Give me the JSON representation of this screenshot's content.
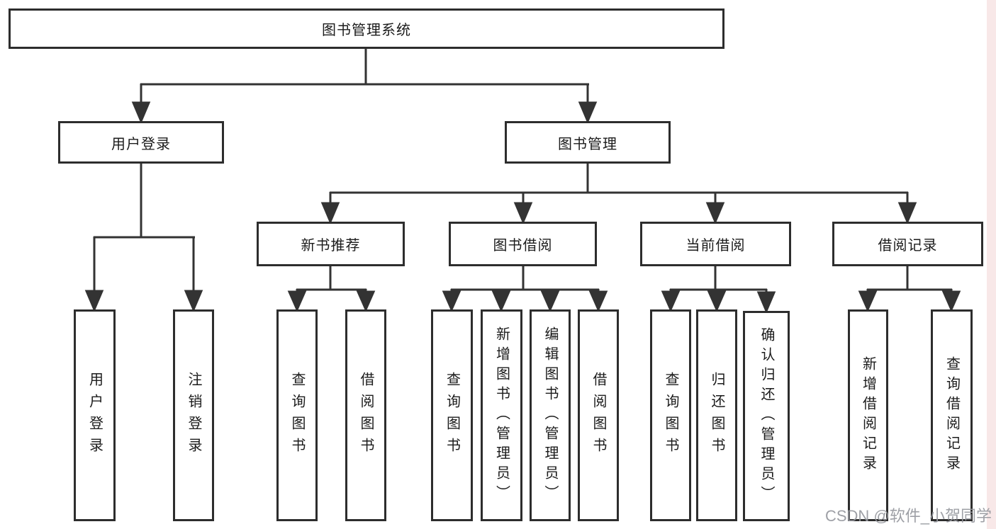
{
  "diagram": {
    "type": "hierarchy-tree",
    "title": "图书管理系统",
    "nodes": [
      {
        "id": "root",
        "label": "图书管理系统",
        "parent": null
      },
      {
        "id": "user-login",
        "label": "用户登录",
        "parent": "root"
      },
      {
        "id": "book-management",
        "label": "图书管理",
        "parent": "root"
      },
      {
        "id": "new-book-recommend",
        "label": "新书推荐",
        "parent": "book-management"
      },
      {
        "id": "book-borrow",
        "label": "图书借阅",
        "parent": "book-management"
      },
      {
        "id": "current-borrow",
        "label": "当前借阅",
        "parent": "book-management"
      },
      {
        "id": "borrow-records",
        "label": "借阅记录",
        "parent": "book-management"
      },
      {
        "id": "leaf-user-login",
        "label": "用户登录",
        "parent": "user-login"
      },
      {
        "id": "leaf-logout",
        "label": "注销登录",
        "parent": "user-login"
      },
      {
        "id": "leaf-query-books-1",
        "label": "查询图书",
        "parent": "new-book-recommend"
      },
      {
        "id": "leaf-borrow-books-1",
        "label": "借阅图书",
        "parent": "new-book-recommend"
      },
      {
        "id": "leaf-query-books-2",
        "label": "查询图书",
        "parent": "book-borrow"
      },
      {
        "id": "leaf-add-book-admin",
        "label": "新增图书（管理员）",
        "parent": "book-borrow"
      },
      {
        "id": "leaf-edit-book-admin",
        "label": "编辑图书（管理员）",
        "parent": "book-borrow"
      },
      {
        "id": "leaf-borrow-books-2",
        "label": "借阅图书",
        "parent": "book-borrow"
      },
      {
        "id": "leaf-query-books-3",
        "label": "查询图书",
        "parent": "current-borrow"
      },
      {
        "id": "leaf-return-books",
        "label": "归还图书",
        "parent": "current-borrow"
      },
      {
        "id": "leaf-confirm-return-admin",
        "label": "确认归还（管理员）",
        "parent": "current-borrow"
      },
      {
        "id": "leaf-add-borrow-record",
        "label": "新增借阅记录",
        "parent": "borrow-records"
      },
      {
        "id": "leaf-query-borrow-record",
        "label": "查询借阅记录",
        "parent": "borrow-records"
      }
    ]
  },
  "watermark": {
    "text": "CSDN @软件_小贺同学"
  },
  "colors": {
    "line": "#333333",
    "box_border": "#2d2d2d",
    "text": "#1b1b1b",
    "watermark": "#96989e",
    "right_edge_tint": "#ecbcbc"
  }
}
